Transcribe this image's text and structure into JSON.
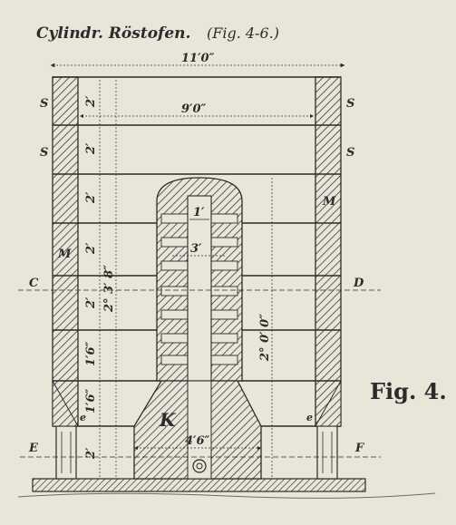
{
  "title": "Cylindr. Röstofen.",
  "title_ref": "(Fig. 4-6.)",
  "figure_label": "Fig. 4.",
  "labels": {
    "s1l": "S",
    "s2l": "S",
    "s1r": "S",
    "s2r": "S",
    "ml": "M",
    "mr": "M",
    "c": "C",
    "d": "D",
    "e": "E",
    "f": "F",
    "k": "K",
    "el": "e",
    "er": "e"
  },
  "dimensions": {
    "overall_width": "11′0″",
    "inner_width": "9′0″",
    "course1": "2′",
    "course2": "2′",
    "course3": "2′",
    "course4": "2′",
    "course5": "2′",
    "course6": "1′6″",
    "course7": "1′6″",
    "course8": "2′",
    "shaft_height": "2° 3′ 8″",
    "core_height": "2° 0′ 0″",
    "core_top": "1′",
    "core_mid": "3′",
    "base_width": "4′6″"
  },
  "colors": {
    "ink": "#2b2b2b",
    "paper": "#e9e5d8"
  }
}
